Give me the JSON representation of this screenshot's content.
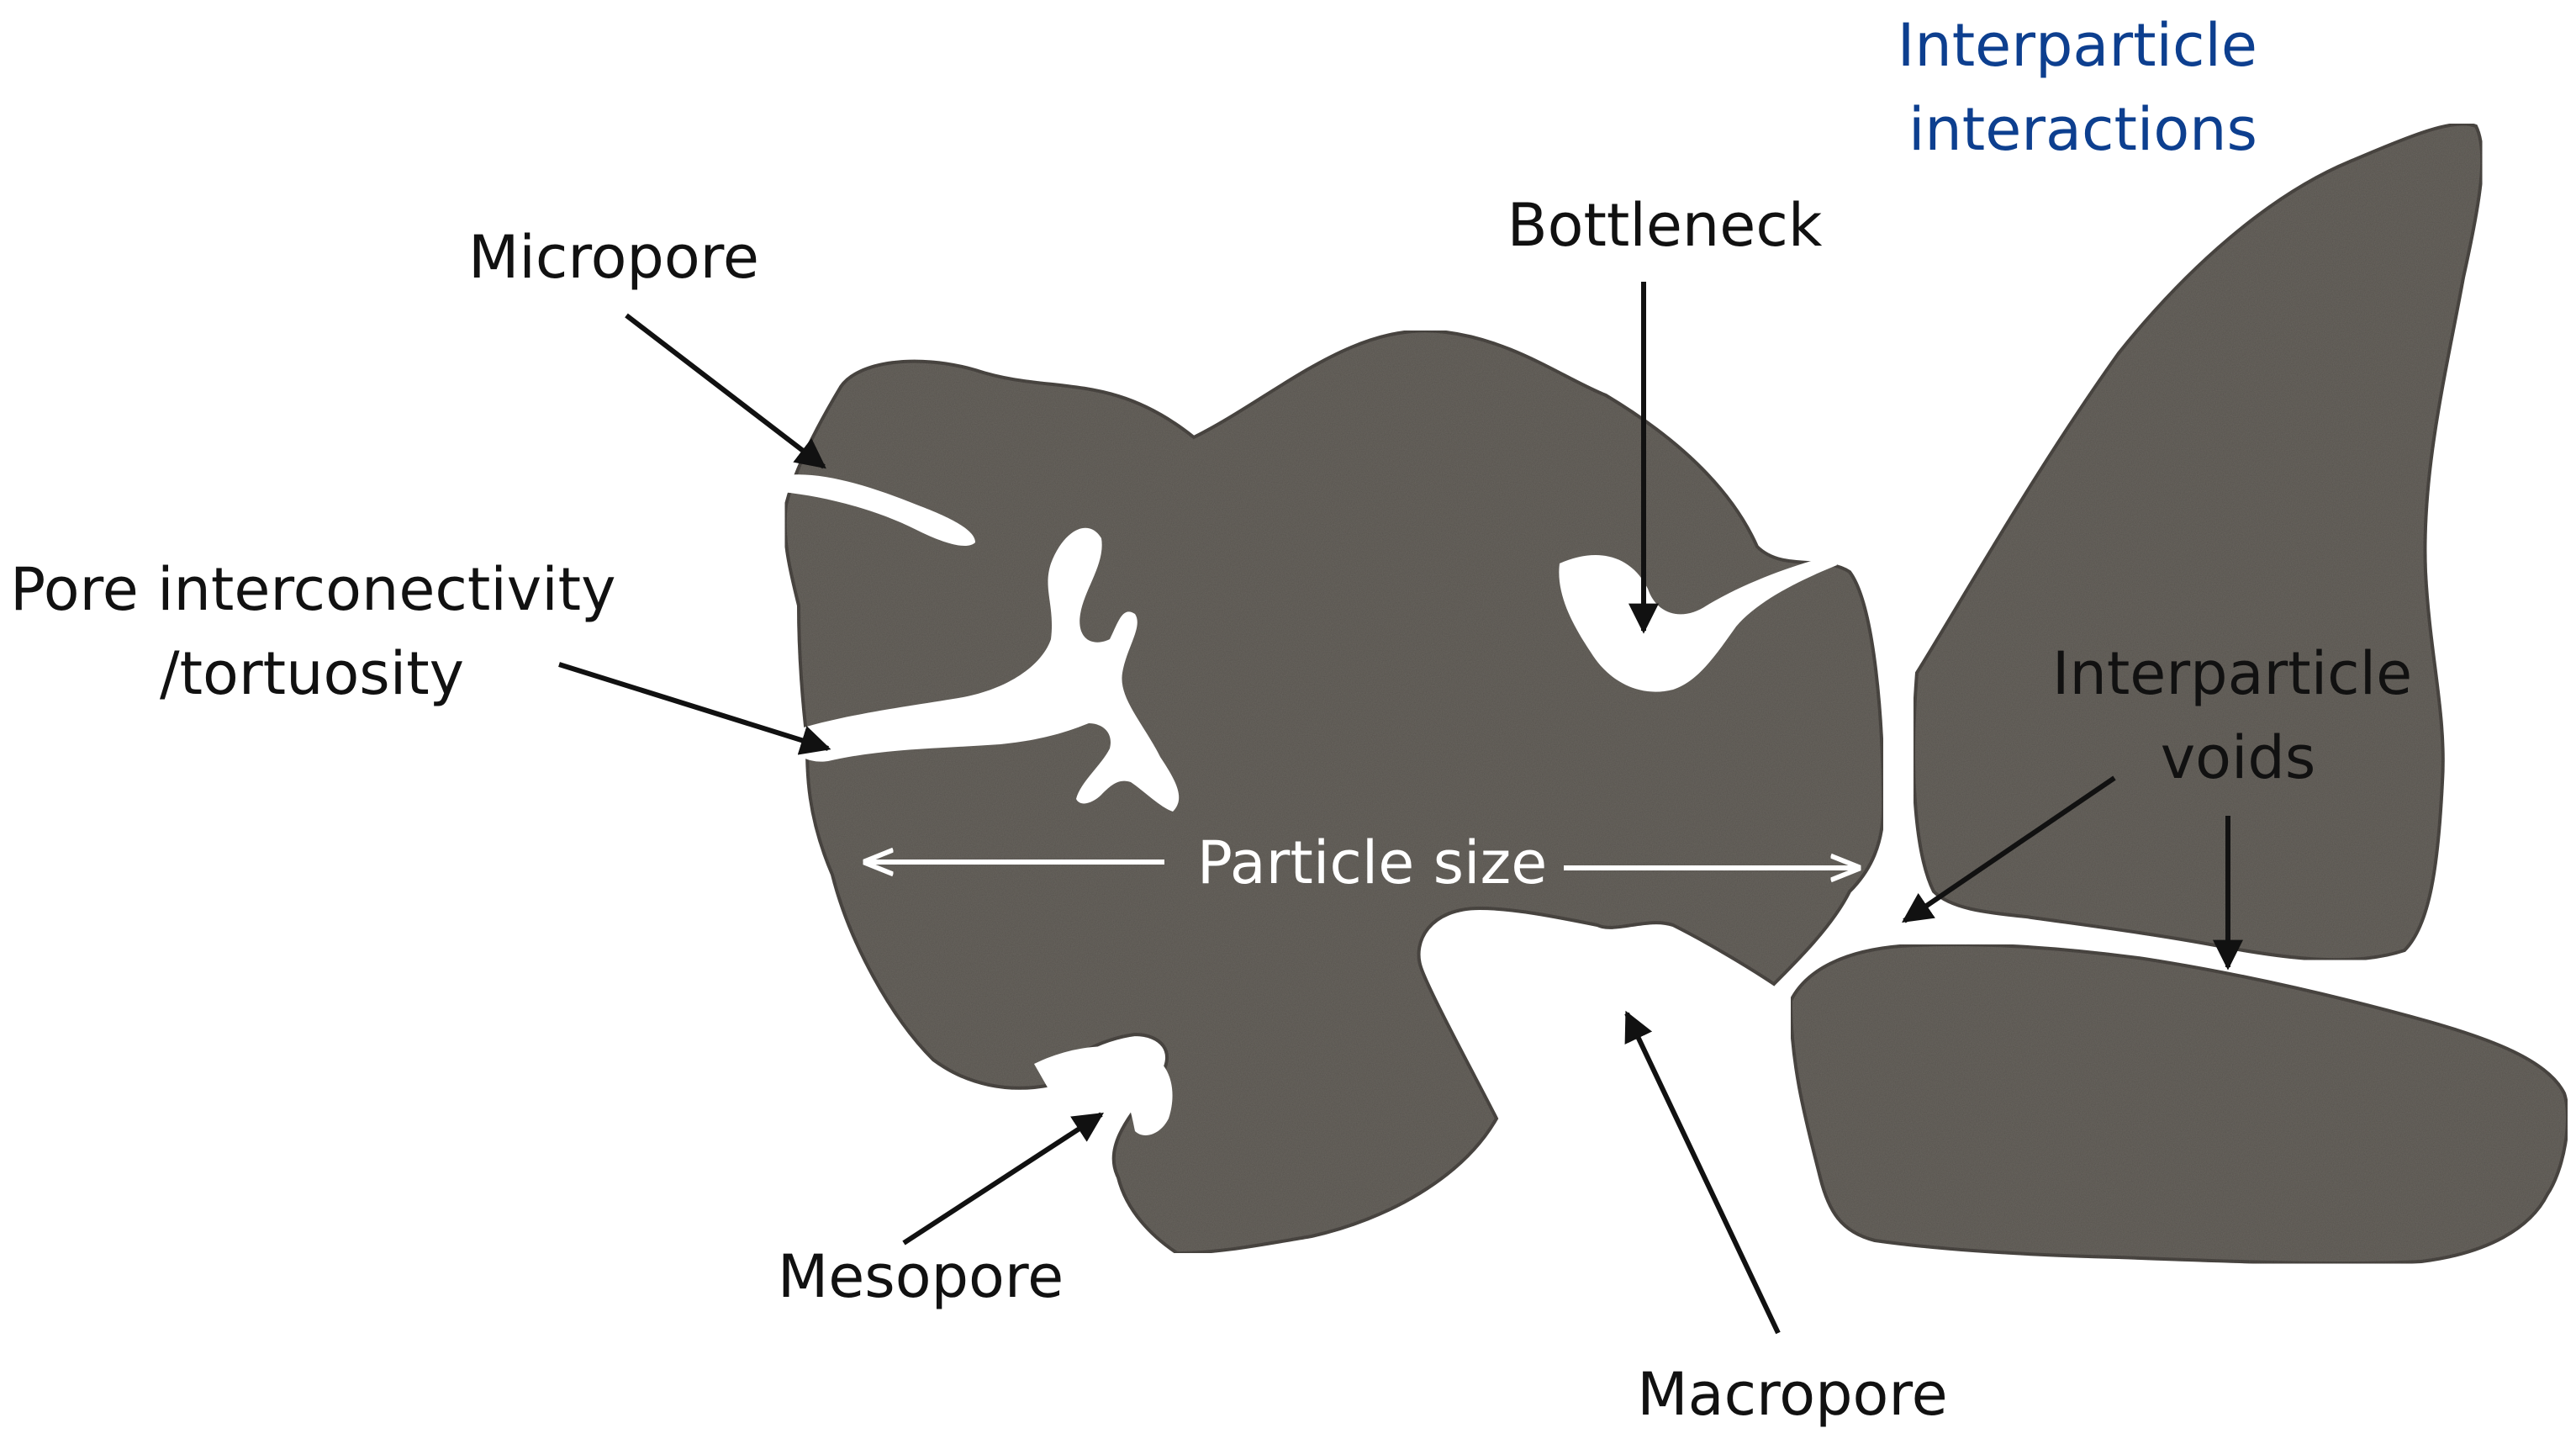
{
  "labels": {
    "interparticle_interactions": [
      "Interparticle",
      "interactions"
    ],
    "micropore": "Micropore",
    "bottleneck": "Bottleneck",
    "pore_interconnectivity": [
      "Pore interconectivity",
      "/tortuosity"
    ],
    "interparticle_voids": [
      "Interparticle",
      "voids"
    ],
    "particle_size": "Particle size",
    "mesopore": "Mesopore",
    "macropore": "Macropore"
  },
  "colors": {
    "rock": "#6b6661",
    "rock_dark": "#4f4b47",
    "rock_light": "#8a857f",
    "label_text": "#111111",
    "accent_label": "#0d3f8f",
    "inner_label": "#ffffff",
    "arrow": "#111111",
    "background": "#ffffff"
  }
}
